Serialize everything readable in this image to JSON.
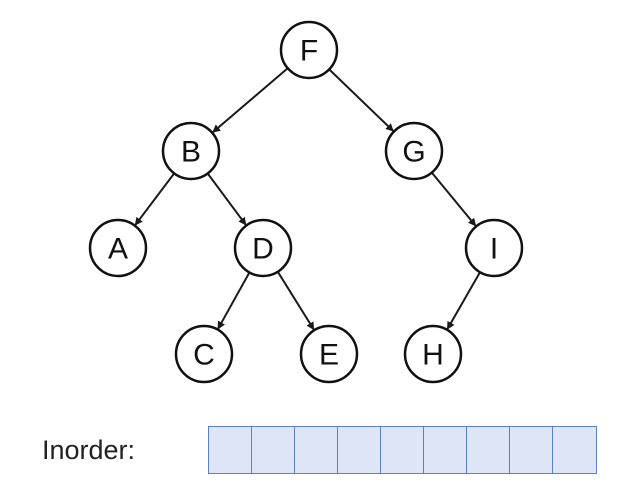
{
  "tree": {
    "nodes": [
      {
        "id": "F",
        "label": "F"
      },
      {
        "id": "B",
        "label": "B"
      },
      {
        "id": "G",
        "label": "G"
      },
      {
        "id": "A",
        "label": "A"
      },
      {
        "id": "D",
        "label": "D"
      },
      {
        "id": "I",
        "label": "I"
      },
      {
        "id": "C",
        "label": "C"
      },
      {
        "id": "E",
        "label": "E"
      },
      {
        "id": "H",
        "label": "H"
      }
    ],
    "edges": [
      {
        "from": "F",
        "to": "B"
      },
      {
        "from": "F",
        "to": "G"
      },
      {
        "from": "B",
        "to": "A"
      },
      {
        "from": "B",
        "to": "D"
      },
      {
        "from": "G",
        "to": "I"
      },
      {
        "from": "D",
        "to": "C"
      },
      {
        "from": "D",
        "to": "E"
      },
      {
        "from": "I",
        "to": "H"
      }
    ]
  },
  "inorder": {
    "label": "Inorder:",
    "cells": [
      "",
      "",
      "",
      "",
      "",
      "",
      "",
      "",
      ""
    ],
    "cell_fill": "#dde5f6",
    "cell_border": "#5b7fc9"
  }
}
